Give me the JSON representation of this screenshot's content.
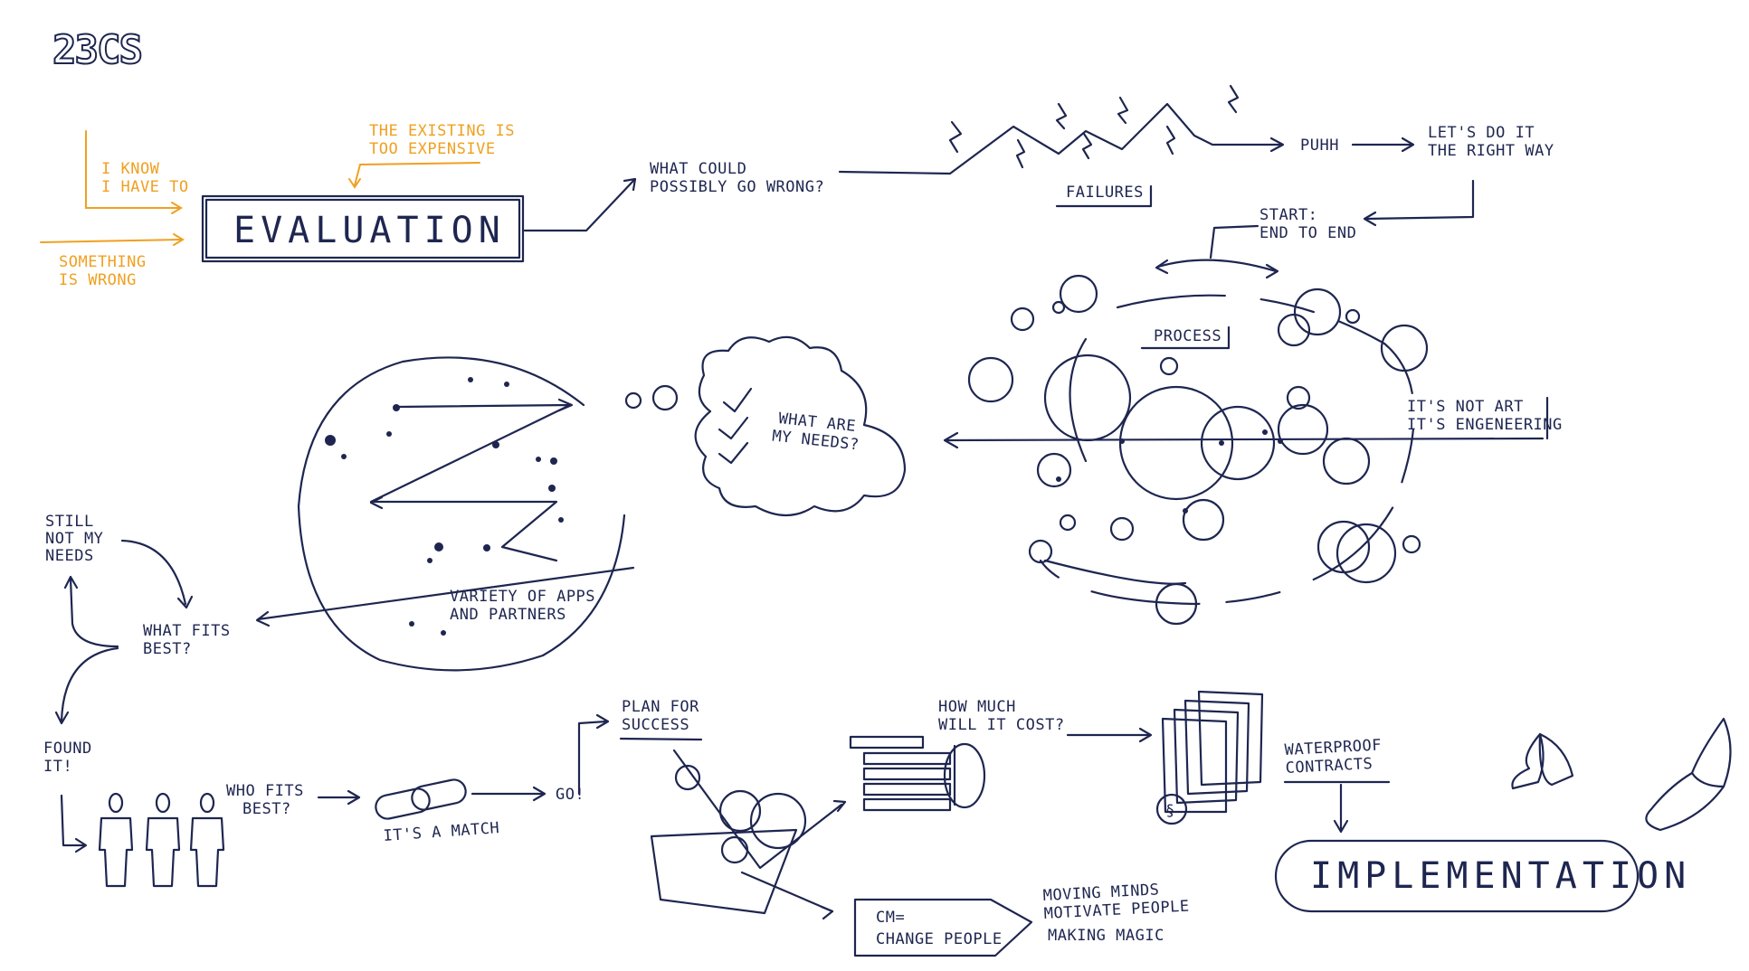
{
  "logo": "23CS",
  "colors": {
    "ink": "#1e2650",
    "accent": "#f0a020"
  },
  "labels": {
    "i_know": [
      "I KNOW",
      "I HAVE TO"
    ],
    "existing": [
      "THE EXISTING IS",
      "TOO EXPENSIVE"
    ],
    "something_wrong": [
      "SOMETHING",
      "IS WRONG"
    ],
    "evaluation": "EVALUATION",
    "what_could": [
      "WHAT COULD",
      "POSSIBLY GO WRONG?"
    ],
    "failures": "FAILURES",
    "puhh": "PUHH",
    "lets_do": [
      "LET'S DO IT",
      "THE RIGHT WAY"
    ],
    "start": [
      "START:",
      "END TO END"
    ],
    "process": "PROCESS",
    "not_art": [
      "IT'S NOT ART",
      "IT'S ENGENEERING"
    ],
    "needs": [
      "WHAT ARE",
      "MY NEEDS?"
    ],
    "variety": [
      "VARIETY OF APPS",
      "AND PARTNERS"
    ],
    "still_not": [
      "STILL",
      "NOT MY",
      "NEEDS"
    ],
    "what_fits": [
      "WHAT FITS",
      "BEST?"
    ],
    "found_it": [
      "FOUND",
      "IT!"
    ],
    "who_fits": [
      "WHO FITS",
      "BEST?"
    ],
    "match": "IT'S A MATCH",
    "go": "GO!",
    "plan": [
      "PLAN FOR",
      "SUCCESS"
    ],
    "how_much": [
      "HOW MUCH",
      "WILL IT COST?"
    ],
    "waterproof": [
      "WATERPROOF",
      "CONTRACTS"
    ],
    "cm": [
      "CM=",
      "CHANGE PEOPLE"
    ],
    "moving": [
      "MOVING MINDS",
      "MOTIVATE PEOPLE"
    ],
    "magic": "MAKING MAGIC",
    "implementation": "IMPLEMENTATION",
    "section_sign": "§"
  }
}
